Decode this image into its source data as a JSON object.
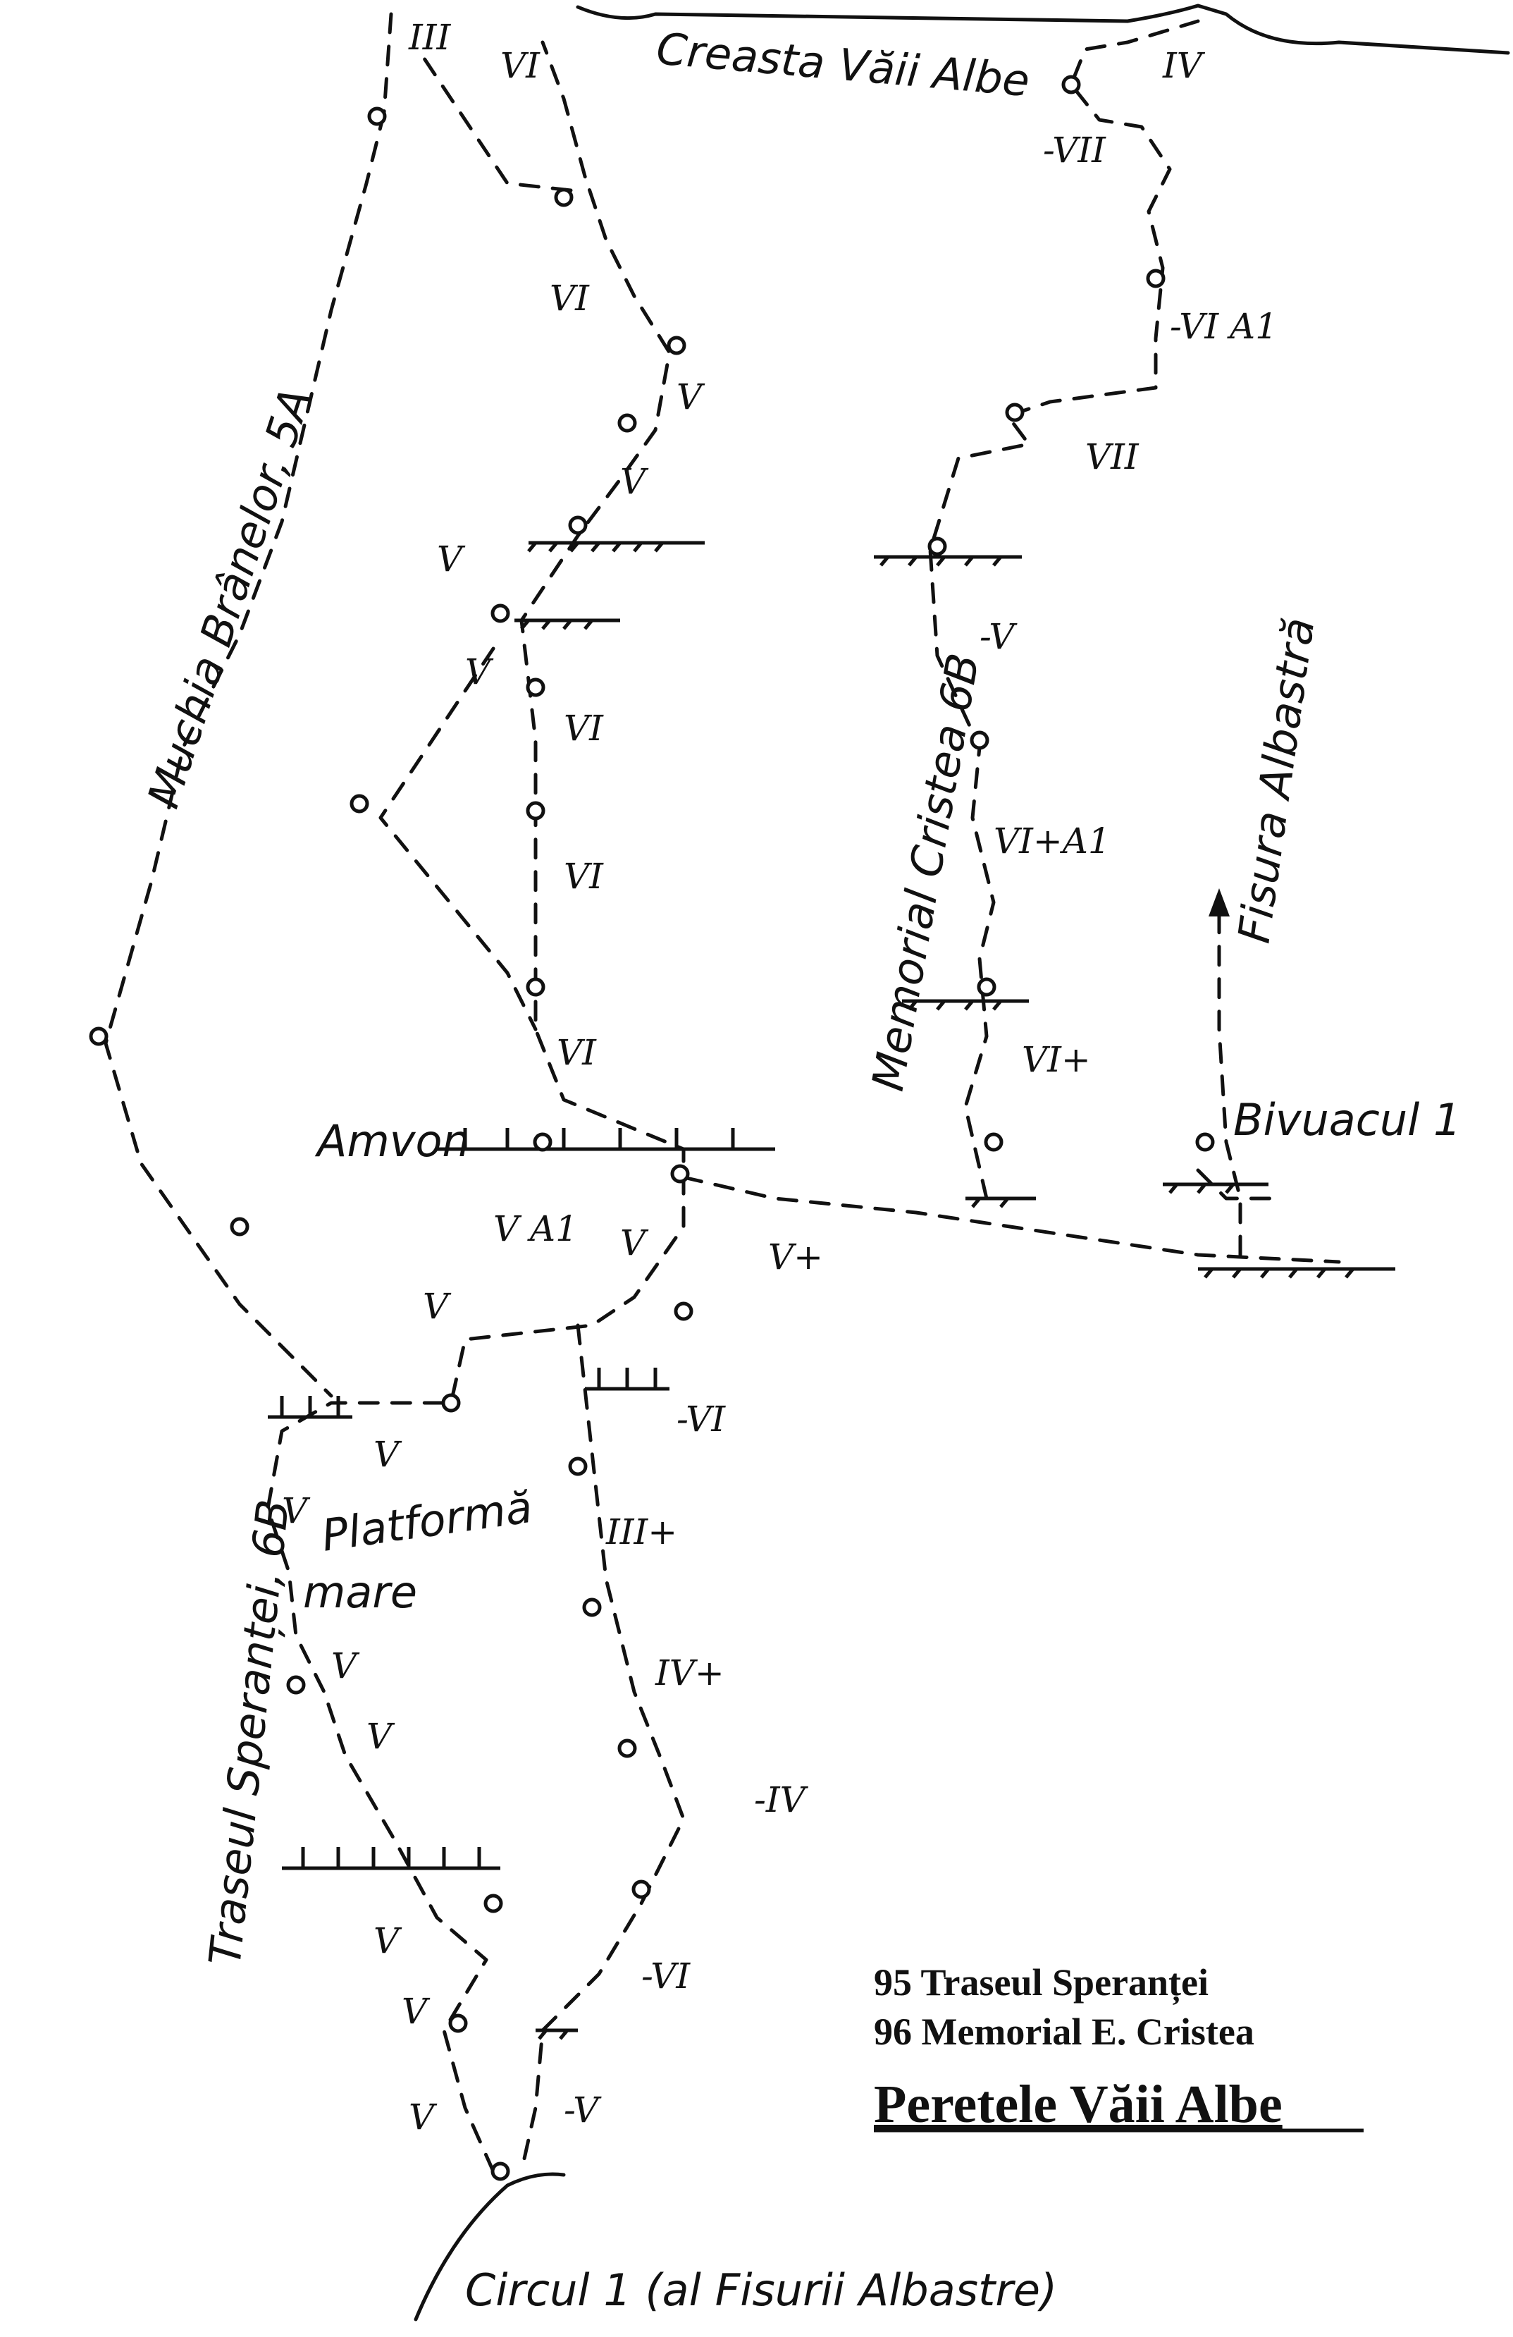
{
  "labels": {
    "ridge": "Creasta Văii Albe",
    "circ": "Circul 1 (al Fisurii Albastre)",
    "muchia": "Muchia Brânelor, 5A",
    "traseul": "Traseul Speranței, 6B",
    "memorial": "Memorial Cristea 6B",
    "fisura": "Fisura Albastră",
    "amvon": "Amvon",
    "bivuacul": "Bivuacul 1",
    "platforma": "Platformă",
    "platforma_mare": "mare"
  },
  "grades": {
    "ridge_III": "III",
    "ridge_VI": "VI",
    "top_IV": "IV",
    "top_VII": "-VII",
    "upper_VI": "VI",
    "upper_V1": "V",
    "upper_V2": "V",
    "upper_V3": "V",
    "upper_V4": "V",
    "upper_VI2": "VI",
    "upper_VI3": "VI",
    "upper_VI4": "VI",
    "mem_VIA1": "-VI A1",
    "mem_VII": "VII",
    "mem_V": "-V",
    "mem_VIplusA1": "VI+A1",
    "mem_VIplus": "VI+",
    "amvon_VA1": "V A1",
    "amvon_V": "V",
    "amvon_Vplus": "V+",
    "low_V1": "V",
    "low_VI": "-VI",
    "low_V2": "V",
    "low_V3": "V",
    "low_IIIplus": "III+",
    "low_V4": "V",
    "low_V5": "V",
    "low_IVplus": "IV+",
    "low_IV": "-IV",
    "low_V6": "V",
    "low_V7": "V",
    "low_VI2": "-VI",
    "low_V8": "V",
    "low_V9": "-V"
  },
  "legend": {
    "line1": "95 Traseul Speranței",
    "line2": "96 Memorial E. Cristea",
    "title": "Peretele Văii Albe"
  }
}
